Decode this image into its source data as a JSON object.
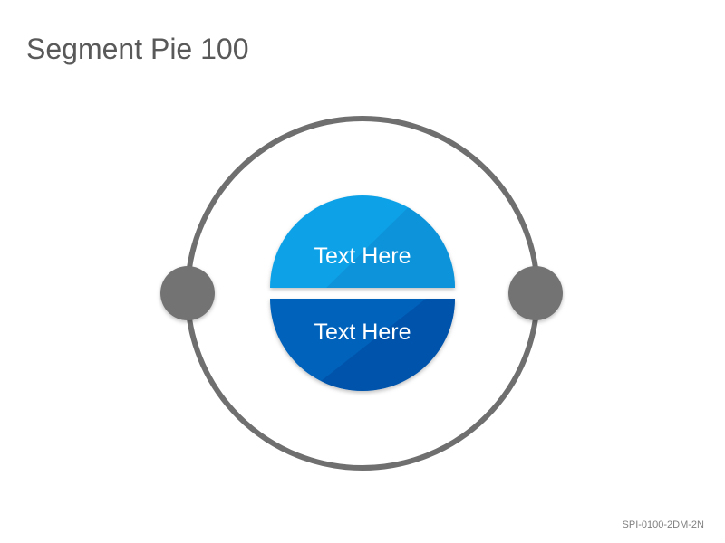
{
  "title": "Segment Pie 100",
  "segments": [
    {
      "label": "Text Here",
      "color": "#0aa2e8",
      "shade": "#0a86cc"
    },
    {
      "label": "Text Here",
      "color": "#0562bb",
      "shade": "#034a9e"
    }
  ],
  "ring_color": "#6f6f6f",
  "node_color": "#737373",
  "footer_code": "SPI-0100-2DM-2N"
}
